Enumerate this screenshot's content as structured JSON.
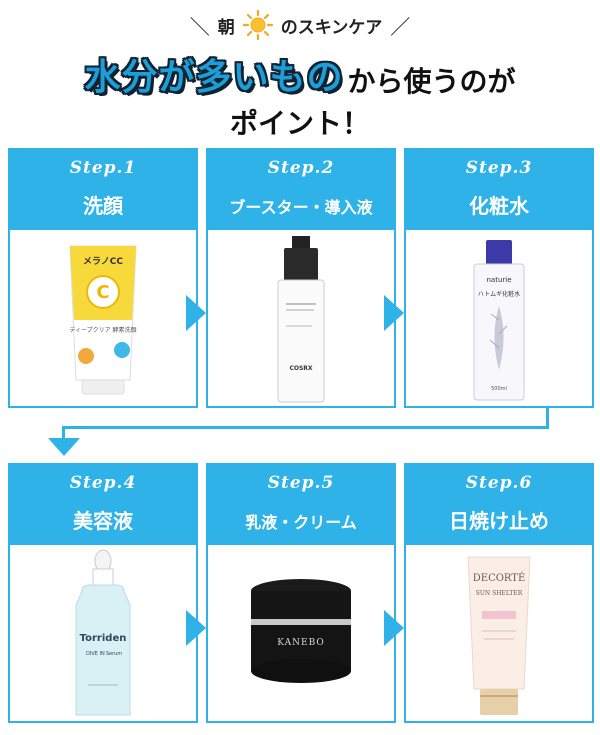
{
  "header": {
    "slash_left": "＼",
    "prefix": "朝",
    "suffix": "のスキンケア",
    "slash_right": "／",
    "emphasis": "水分が多いもの",
    "rest": "から使うのが",
    "line2": "ポイント！"
  },
  "colors": {
    "accent": "#2eb2e8",
    "emphasis": "#1c9fd6"
  },
  "steps": [
    {
      "label": "Step.1",
      "name": "洗顔",
      "product_icon": "face-wash-tube-icon",
      "brand": "メラノCC",
      "sub": "ディープクリア 酵素洗顔"
    },
    {
      "label": "Step.2",
      "name": "ブースター・導入液",
      "product_icon": "booster-bottle-icon",
      "brand": "COSRX"
    },
    {
      "label": "Step.3",
      "name": "化粧水",
      "product_icon": "toner-bottle-icon",
      "brand": "naturie",
      "sub": "ハトムギ化粧水",
      "volume": "500ml"
    },
    {
      "label": "Step.4",
      "name": "美容液",
      "product_icon": "serum-dropper-icon",
      "brand": "Torriden",
      "sub": "DIVE IN",
      "sub2": "Serum"
    },
    {
      "label": "Step.5",
      "name": "乳液・クリーム",
      "product_icon": "cream-jar-icon",
      "brand": "KANEBO"
    },
    {
      "label": "Step.6",
      "name": "日焼け止め",
      "product_icon": "sunscreen-tube-icon",
      "brand": "DECORTÉ",
      "sub": "SUN SHELTER"
    }
  ]
}
